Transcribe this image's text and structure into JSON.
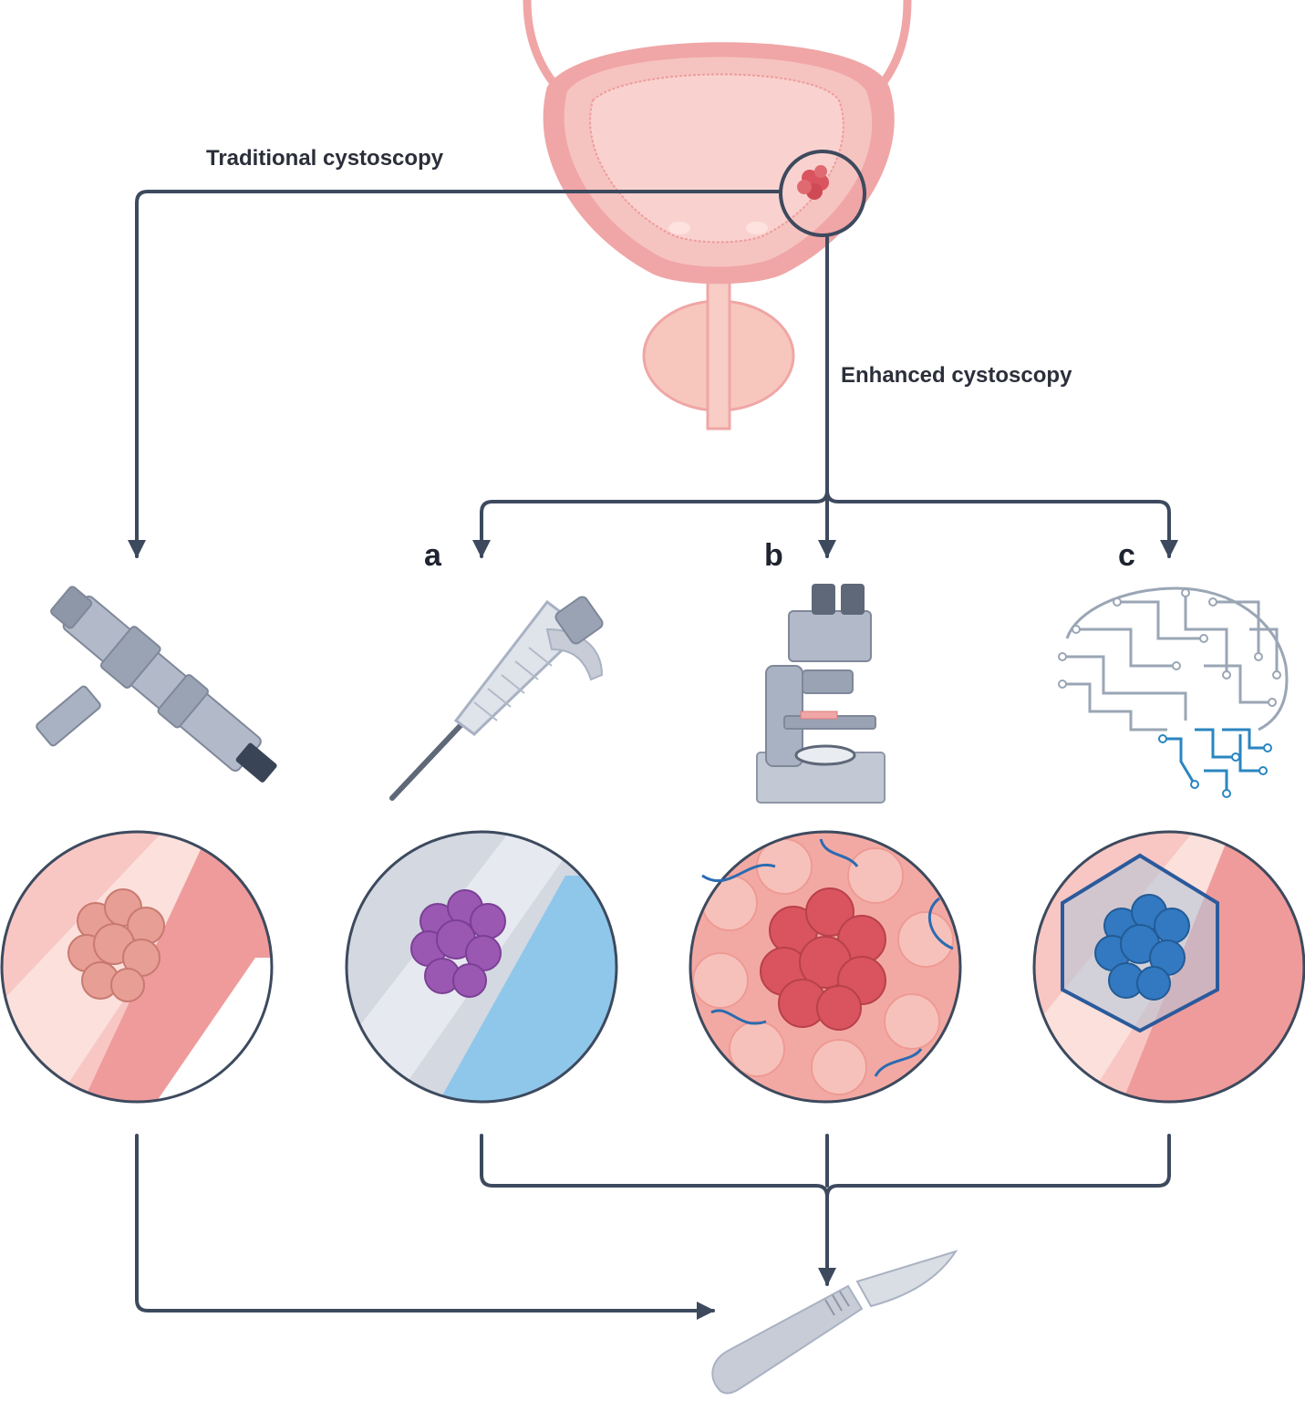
{
  "labels": {
    "traditional": "Traditional cystoscopy",
    "enhanced": "Enhanced cystoscopy",
    "a": "a",
    "b": "b",
    "c": "c"
  },
  "icons": {
    "organ": "bladder-prostate-icon",
    "cystoscope": "cystoscope-icon",
    "pipette": "pipette-icon",
    "microscope": "microscope-icon",
    "ai_brain": "circuit-brain-icon",
    "scalpel": "scalpel-icon"
  },
  "colors": {
    "arrow": "#3d4a5e",
    "bladder_outer": "#f0a6a6",
    "bladder_inner": "#f6c4c0",
    "tumor_trad": "#e79e94",
    "tumor_a": "#9b58b3",
    "tumor_b": "#d9545e",
    "tumor_c": "#3279c2",
    "vessel": "#2b6bb0",
    "device_gray": "#a9b2c3",
    "circuit_gray": "#9aa6b5",
    "circuit_blue": "#2a86c0"
  }
}
